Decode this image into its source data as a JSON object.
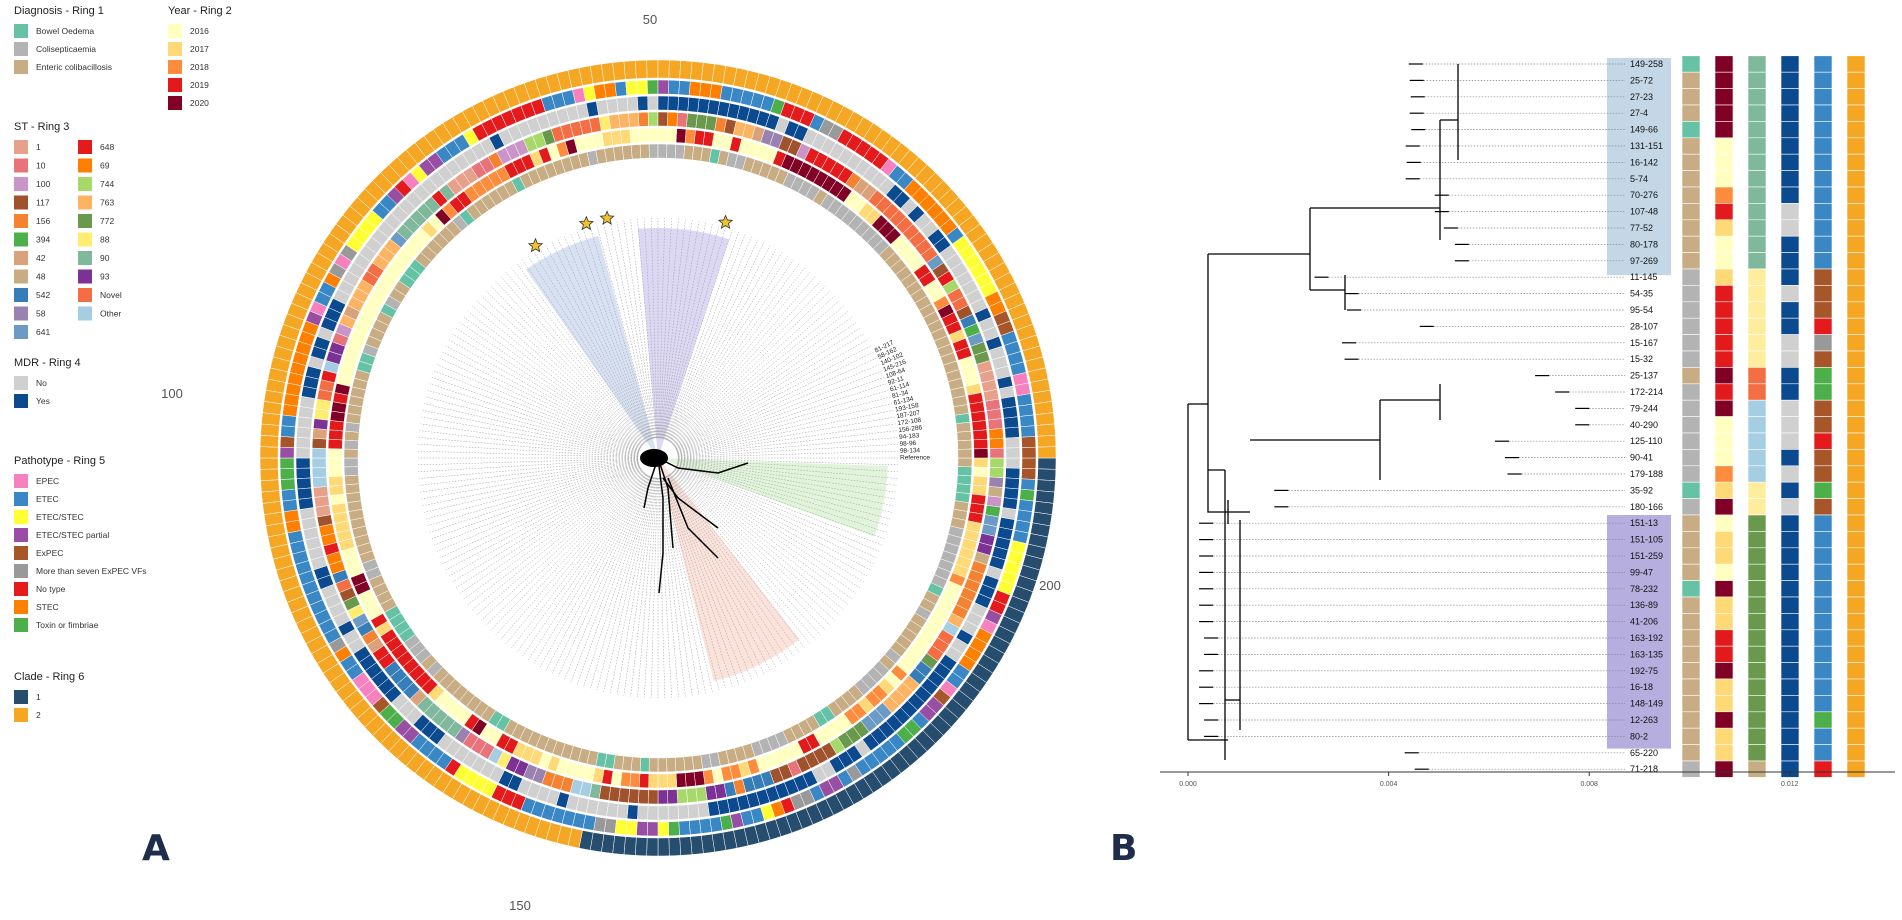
{
  "panels": {
    "a_label": "A",
    "b_label": "B"
  },
  "ring_axis_labels": [
    "50",
    "100",
    "150",
    "200"
  ],
  "legends": [
    {
      "title": "Diagnosis - Ring 1",
      "items": [
        {
          "label": "Bowel Oedema",
          "color": "#66c2a5"
        },
        {
          "label": "Colisepticaemia",
          "color": "#b3b3b3"
        },
        {
          "label": "Enteric colibacillosis",
          "color": "#c8ad84"
        }
      ]
    },
    {
      "title": "Year - Ring 2",
      "items": [
        {
          "label": "2016",
          "color": "#ffffc0"
        },
        {
          "label": "2017",
          "color": "#fed976"
        },
        {
          "label": "2018",
          "color": "#fd8d3c"
        },
        {
          "label": "2019",
          "color": "#e31a1c"
        },
        {
          "label": "2020",
          "color": "#800026"
        }
      ]
    },
    {
      "title": "ST - Ring 3",
      "items": [
        {
          "label": "1",
          "color": "#e7a08a"
        },
        {
          "label": "10",
          "color": "#e8737a"
        },
        {
          "label": "100",
          "color": "#c994c7"
        },
        {
          "label": "117",
          "color": "#a0522d"
        },
        {
          "label": "156",
          "color": "#f58231"
        },
        {
          "label": "394",
          "color": "#4daf4a"
        },
        {
          "label": "42",
          "color": "#d9a27a"
        },
        {
          "label": "48",
          "color": "#c8ad84"
        },
        {
          "label": "542",
          "color": "#377eb8"
        },
        {
          "label": "58",
          "color": "#9a82b0"
        },
        {
          "label": "641",
          "color": "#6b9ac4"
        },
        {
          "label": "648",
          "color": "#e41a1c"
        },
        {
          "label": "69",
          "color": "#ff7f00"
        },
        {
          "label": "744",
          "color": "#a6d96a"
        },
        {
          "label": "763",
          "color": "#fdb462"
        },
        {
          "label": "772",
          "color": "#6a994e"
        },
        {
          "label": "88",
          "color": "#ffed6f"
        },
        {
          "label": "90",
          "color": "#7fb89a"
        },
        {
          "label": "93",
          "color": "#7b3294"
        },
        {
          "label": "Novel",
          "color": "#f46d43"
        },
        {
          "label": "Other",
          "color": "#a6cee3"
        }
      ]
    },
    {
      "title": "MDR - Ring 4",
      "items": [
        {
          "label": "No",
          "color": "#d0d0d0"
        },
        {
          "label": "Yes",
          "color": "#0b4a8f"
        }
      ]
    },
    {
      "title": "Pathotype - Ring 5",
      "items": [
        {
          "label": "EPEC",
          "color": "#f781bf"
        },
        {
          "label": "ETEC",
          "color": "#3a87c6"
        },
        {
          "label": "ETEC/STEC",
          "color": "#ffff33"
        },
        {
          "label": "ETEC/STEC partial",
          "color": "#984ea3"
        },
        {
          "label": "ExPEC",
          "color": "#a65628"
        },
        {
          "label": "More than seven ExPEC VFs",
          "color": "#999999"
        },
        {
          "label": "No type",
          "color": "#e41a1c"
        },
        {
          "label": "STEC",
          "color": "#ff7f00"
        },
        {
          "label": "Toxin or fimbriae",
          "color": "#4daf4a"
        }
      ]
    },
    {
      "title": "Clade - Ring 6",
      "items": [
        {
          "label": "1",
          "color": "#264c6e"
        },
        {
          "label": "2",
          "color": "#f5a623"
        }
      ]
    }
  ],
  "circular_tip_labels_visible": [
    "Reference",
    "98-134",
    "98-96",
    "94-183",
    "156-286",
    "172-108",
    "187-207",
    "193-158",
    "61-134",
    "81-34",
    "61-114",
    "92-11",
    "108-64",
    "145-216",
    "140-102",
    "58-162",
    "81-217"
  ],
  "tree_b": {
    "axis_ticks": [
      "0.000",
      "0.004",
      "0.008",
      "0.012"
    ],
    "axis_max": 0.0132,
    "tips": [
      {
        "label": "149-258",
        "dist": 0.00468,
        "rings": [
          "#66c2a5",
          "#800026",
          "#7fb89a",
          "#0b4a8f",
          "#3a87c6",
          "#f5a623"
        ]
      },
      {
        "label": "25-72",
        "dist": 0.0047,
        "rings": [
          "#c8ad84",
          "#800026",
          "#7fb89a",
          "#0b4a8f",
          "#3a87c6",
          "#f5a623"
        ]
      },
      {
        "label": "27-23",
        "dist": 0.00472,
        "rings": [
          "#c8ad84",
          "#800026",
          "#7fb89a",
          "#0b4a8f",
          "#3a87c6",
          "#f5a623"
        ]
      },
      {
        "label": "27-4",
        "dist": 0.0047,
        "rings": [
          "#c8ad84",
          "#800026",
          "#7fb89a",
          "#0b4a8f",
          "#3a87c6",
          "#f5a623"
        ]
      },
      {
        "label": "149-66",
        "dist": 0.00473,
        "rings": [
          "#66c2a5",
          "#800026",
          "#7fb89a",
          "#0b4a8f",
          "#3a87c6",
          "#f5a623"
        ]
      },
      {
        "label": "131-151",
        "dist": 0.00462,
        "rings": [
          "#c8ad84",
          "#ffffc0",
          "#7fb89a",
          "#0b4a8f",
          "#3a87c6",
          "#f5a623"
        ]
      },
      {
        "label": "16-142",
        "dist": 0.00464,
        "rings": [
          "#c8ad84",
          "#ffffc0",
          "#7fb89a",
          "#0b4a8f",
          "#3a87c6",
          "#f5a623"
        ]
      },
      {
        "label": "5-74",
        "dist": 0.00462,
        "rings": [
          "#c8ad84",
          "#ffffc0",
          "#7fb89a",
          "#0b4a8f",
          "#3a87c6",
          "#f5a623"
        ]
      },
      {
        "label": "70-276",
        "dist": 0.0052,
        "rings": [
          "#c8ad84",
          "#fd8d3c",
          "#7fb89a",
          "#0b4a8f",
          "#3a87c6",
          "#f5a623"
        ]
      },
      {
        "label": "107-48",
        "dist": 0.0052,
        "rings": [
          "#c8ad84",
          "#e31a1c",
          "#7fb89a",
          "#d0d0d0",
          "#3a87c6",
          "#f5a623"
        ]
      },
      {
        "label": "77-52",
        "dist": 0.00538,
        "rings": [
          "#c8ad84",
          "#fed976",
          "#7fb89a",
          "#d0d0d0",
          "#3a87c6",
          "#f5a623"
        ]
      },
      {
        "label": "80-178",
        "dist": 0.0056,
        "rings": [
          "#c8ad84",
          "#ffffc0",
          "#7fb89a",
          "#0b4a8f",
          "#3a87c6",
          "#f5a623"
        ]
      },
      {
        "label": "97-269",
        "dist": 0.0056,
        "rings": [
          "#c8ad84",
          "#ffffc0",
          "#7fb89a",
          "#0b4a8f",
          "#3a87c6",
          "#f5a623"
        ]
      },
      {
        "label": "11-145",
        "dist": 0.0028,
        "rings": [
          "#b3b3b3",
          "#fed976",
          "#ffed9e",
          "#0b4a8f",
          "#a65628",
          "#f5a623"
        ]
      },
      {
        "label": "54-35",
        "dist": 0.0034,
        "rings": [
          "#b3b3b3",
          "#e31a1c",
          "#ffed9e",
          "#d0d0d0",
          "#a65628",
          "#f5a623"
        ]
      },
      {
        "label": "95-54",
        "dist": 0.00345,
        "rings": [
          "#b3b3b3",
          "#e31a1c",
          "#ffed9e",
          "#0b4a8f",
          "#a65628",
          "#f5a623"
        ]
      },
      {
        "label": "28-107",
        "dist": 0.0049,
        "rings": [
          "#b3b3b3",
          "#e31a1c",
          "#ffed9e",
          "#0b4a8f",
          "#e41a1c",
          "#f5a623"
        ]
      },
      {
        "label": "15-167",
        "dist": 0.00335,
        "rings": [
          "#b3b3b3",
          "#e31a1c",
          "#ffed9e",
          "#d0d0d0",
          "#999999",
          "#f5a623"
        ]
      },
      {
        "label": "15-32",
        "dist": 0.0034,
        "rings": [
          "#b3b3b3",
          "#e31a1c",
          "#ffed9e",
          "#d0d0d0",
          "#a65628",
          "#f5a623"
        ]
      },
      {
        "label": "25-137",
        "dist": 0.0072,
        "rings": [
          "#c8ad84",
          "#800026",
          "#f46d43",
          "#0b4a8f",
          "#4daf4a",
          "#f5a623"
        ]
      },
      {
        "label": "172-214",
        "dist": 0.0076,
        "rings": [
          "#b3b3b3",
          "#e31a1c",
          "#f46d43",
          "#0b4a8f",
          "#4daf4a",
          "#f5a623"
        ]
      },
      {
        "label": "79-244",
        "dist": 0.008,
        "rings": [
          "#b3b3b3",
          "#800026",
          "#a6cee3",
          "#d0d0d0",
          "#a65628",
          "#f5a623"
        ]
      },
      {
        "label": "40-290",
        "dist": 0.008,
        "rings": [
          "#b3b3b3",
          "#ffffc0",
          "#a6cee3",
          "#d0d0d0",
          "#a65628",
          "#f5a623"
        ]
      },
      {
        "label": "125-110",
        "dist": 0.0064,
        "rings": [
          "#b3b3b3",
          "#ffffc0",
          "#a6cee3",
          "#d0d0d0",
          "#e41a1c",
          "#f5a623"
        ]
      },
      {
        "label": "90-41",
        "dist": 0.0066,
        "rings": [
          "#b3b3b3",
          "#ffffc0",
          "#a6cee3",
          "#0b4a8f",
          "#a65628",
          "#f5a623"
        ]
      },
      {
        "label": "179-188",
        "dist": 0.00665,
        "rings": [
          "#b3b3b3",
          "#fd8d3c",
          "#a6cee3",
          "#d0d0d0",
          "#a65628",
          "#f5a623"
        ]
      },
      {
        "label": "35-92",
        "dist": 0.002,
        "rings": [
          "#66c2a5",
          "#fed976",
          "#ffed9e",
          "#0b4a8f",
          "#4daf4a",
          "#f5a623"
        ]
      },
      {
        "label": "180-166",
        "dist": 0.002,
        "rings": [
          "#b3b3b3",
          "#800026",
          "#ffed9e",
          "#d0d0d0",
          "#a65628",
          "#f5a623"
        ]
      },
      {
        "label": "151-13",
        "dist": 0.0005,
        "rings": [
          "#c8ad84",
          "#ffffc0",
          "#6a994e",
          "#0b4a8f",
          "#3a87c6",
          "#f5a623"
        ]
      },
      {
        "label": "151-105",
        "dist": 0.0005,
        "rings": [
          "#c8ad84",
          "#fed976",
          "#6a994e",
          "#0b4a8f",
          "#3a87c6",
          "#f5a623"
        ]
      },
      {
        "label": "151-259",
        "dist": 0.0005,
        "rings": [
          "#c8ad84",
          "#fed976",
          "#6a994e",
          "#0b4a8f",
          "#3a87c6",
          "#f5a623"
        ]
      },
      {
        "label": "99-47",
        "dist": 0.0005,
        "rings": [
          "#c8ad84",
          "#ffffc0",
          "#6a994e",
          "#0b4a8f",
          "#3a87c6",
          "#f5a623"
        ]
      },
      {
        "label": "78-232",
        "dist": 0.0005,
        "rings": [
          "#66c2a5",
          "#800026",
          "#6a994e",
          "#0b4a8f",
          "#3a87c6",
          "#f5a623"
        ]
      },
      {
        "label": "136-89",
        "dist": 0.0005,
        "rings": [
          "#c8ad84",
          "#fed976",
          "#6a994e",
          "#0b4a8f",
          "#3a87c6",
          "#f5a623"
        ]
      },
      {
        "label": "41-206",
        "dist": 0.0005,
        "rings": [
          "#c8ad84",
          "#fed976",
          "#6a994e",
          "#0b4a8f",
          "#3a87c6",
          "#f5a623"
        ]
      },
      {
        "label": "163-192",
        "dist": 0.0006,
        "rings": [
          "#c8ad84",
          "#e31a1c",
          "#6a994e",
          "#0b4a8f",
          "#3a87c6",
          "#f5a623"
        ]
      },
      {
        "label": "163-135",
        "dist": 0.0006,
        "rings": [
          "#c8ad84",
          "#e31a1c",
          "#6a994e",
          "#0b4a8f",
          "#3a87c6",
          "#f5a623"
        ]
      },
      {
        "label": "192-75",
        "dist": 0.0005,
        "rings": [
          "#c8ad84",
          "#800026",
          "#6a994e",
          "#0b4a8f",
          "#3a87c6",
          "#f5a623"
        ]
      },
      {
        "label": "16-18",
        "dist": 0.0005,
        "rings": [
          "#c8ad84",
          "#fed976",
          "#6a994e",
          "#0b4a8f",
          "#3a87c6",
          "#f5a623"
        ]
      },
      {
        "label": "148-149",
        "dist": 0.0005,
        "rings": [
          "#c8ad84",
          "#fed976",
          "#6a994e",
          "#0b4a8f",
          "#3a87c6",
          "#f5a623"
        ]
      },
      {
        "label": "12-263",
        "dist": 0.0006,
        "rings": [
          "#c8ad84",
          "#800026",
          "#6a994e",
          "#0b4a8f",
          "#4daf4a",
          "#f5a623"
        ]
      },
      {
        "label": "80-2",
        "dist": 0.0006,
        "rings": [
          "#c8ad84",
          "#fed976",
          "#6a994e",
          "#0b4a8f",
          "#3a87c6",
          "#f5a623"
        ]
      },
      {
        "label": "65-220",
        "dist": 0.0046,
        "rings": [
          "#c8ad84",
          "#fed976",
          "#6a994e",
          "#0b4a8f",
          "#3a87c6",
          "#f5a623"
        ]
      },
      {
        "label": "71-218",
        "dist": 0.0048,
        "rings": [
          "#b3b3b3",
          "#800026",
          "#c8ad84",
          "#0b4a8f",
          "#e41a1c",
          "#f5a623"
        ]
      }
    ]
  }
}
